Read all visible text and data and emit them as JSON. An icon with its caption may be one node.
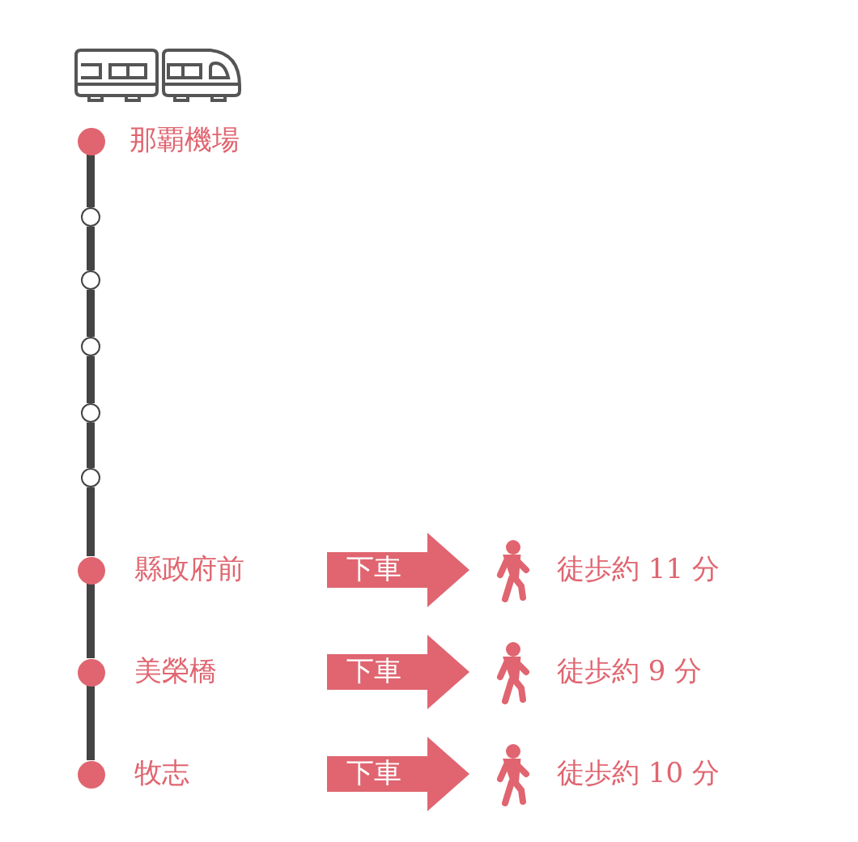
{
  "diagram": {
    "nodes": [
      {
        "text": [],
        "shape": "circle",
        "beside": [
          "那覇機場"
        ]
      },
      {
        "text": [],
        "shape": "circle"
      },
      {
        "text": [],
        "shape": "circle"
      },
      {
        "text": [],
        "shape": "circle"
      },
      {
        "text": [],
        "shape": "circle"
      },
      {
        "text": [],
        "shape": "circle"
      },
      {
        "text": [],
        "shape": "circle",
        "beside": [
          "縣政府前"
        ]
      },
      {
        "text": [],
        "shape": "circle",
        "beside": [
          "美榮橋"
        ]
      },
      {
        "text": [],
        "shape": "circle",
        "beside": [
          "牧志"
        ]
      },
      {
        "text": [
          "下車"
        ]
      },
      {
        "text": [
          "徒歩約 11 分"
        ]
      },
      {
        "text": [
          "下車"
        ]
      },
      {
        "text": [
          "徒歩約 9 分"
        ]
      },
      {
        "text": [
          "下車"
        ]
      },
      {
        "text": [
          "徒歩約 10 分"
        ]
      }
    ],
    "edges": [
      {
        "from": 0,
        "to": 1,
        "arrow": "none"
      },
      {
        "from": 1,
        "to": 2,
        "arrow": "none"
      },
      {
        "from": 2,
        "to": 3,
        "arrow": "none"
      },
      {
        "from": 3,
        "to": 4,
        "arrow": "none"
      },
      {
        "from": 4,
        "to": 5,
        "arrow": "none"
      },
      {
        "from": 5,
        "to": 6,
        "arrow": "none"
      },
      {
        "from": 6,
        "to": 7,
        "arrow": "none"
      },
      {
        "from": 7,
        "to": 8,
        "arrow": "none"
      }
    ]
  }
}
